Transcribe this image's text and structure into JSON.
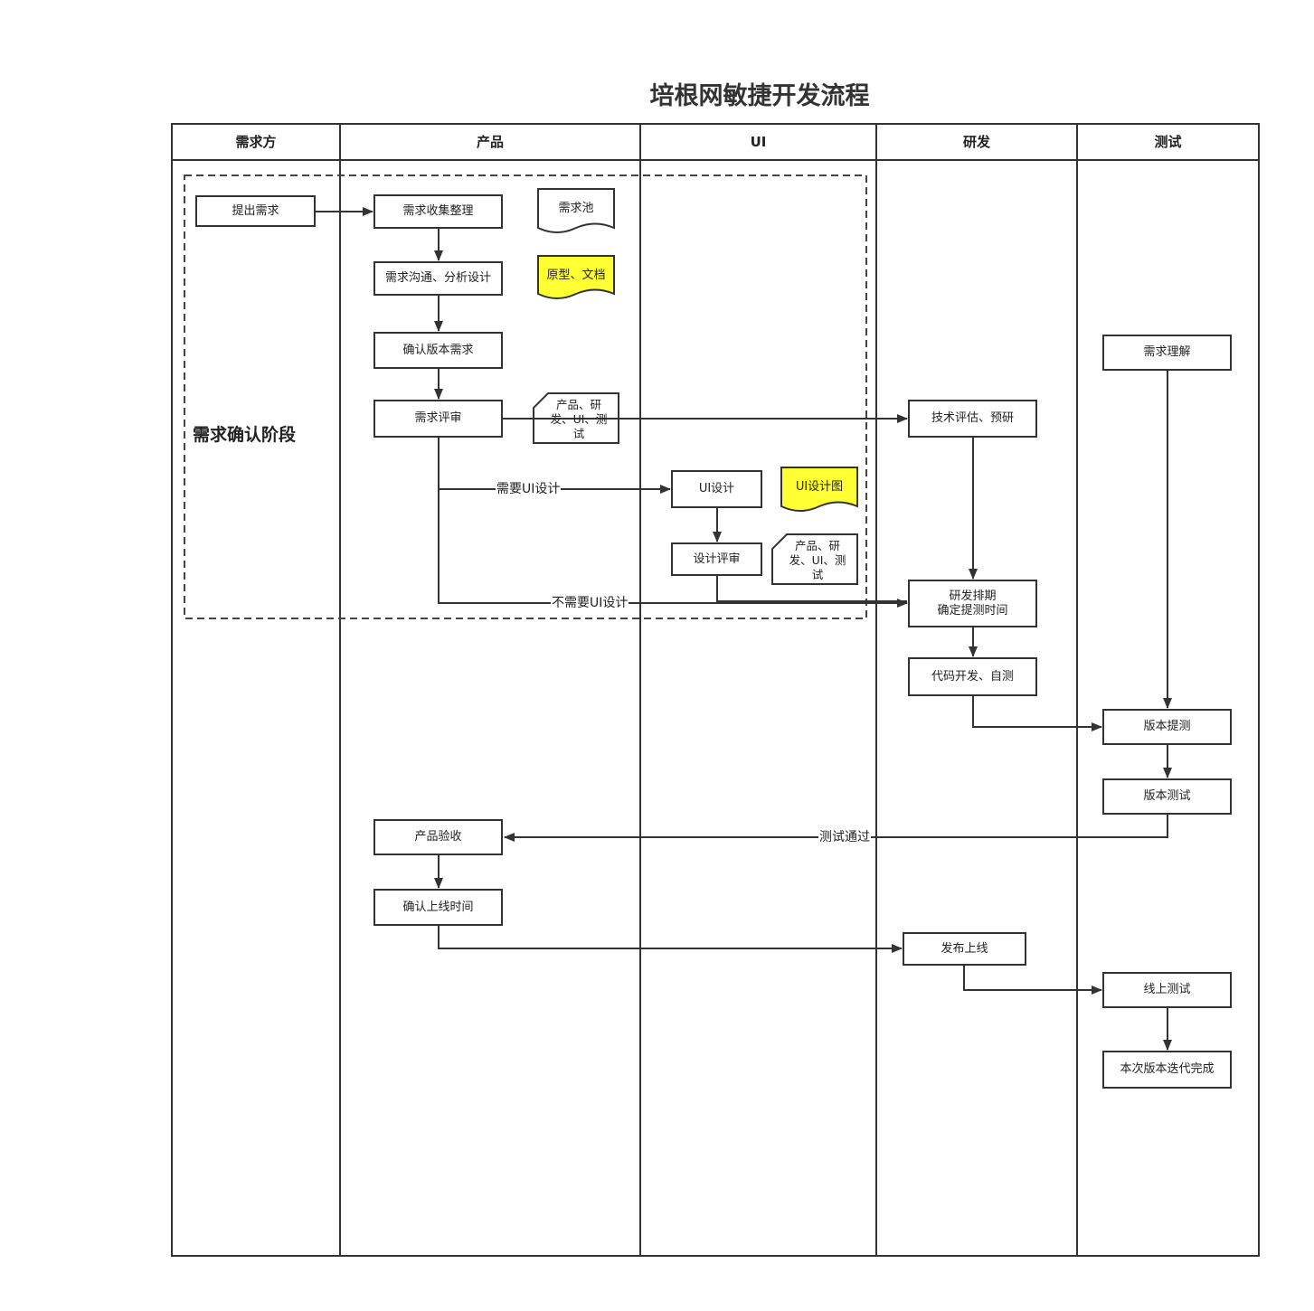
{
  "title": "培根网敏捷开发流程",
  "lanes": [
    "需求方",
    "产品",
    "UI",
    "研发",
    "测试"
  ],
  "phase_label": "需求确认阶段",
  "nodes": {
    "raise_req": "提出需求",
    "collect_req": "需求收集整理",
    "analyze_design": "需求沟通、分析设计",
    "confirm_version": "确认版本需求",
    "req_review": "需求评审",
    "ui_design": "UI设计",
    "design_review": "设计评审",
    "tech_eval": "技术评估、预研",
    "dev_schedule_line1": "研发排期",
    "dev_schedule_line2": "确定提测时间",
    "code_dev": "代码开发、自测",
    "req_understand": "需求理解",
    "version_submit": "版本提测",
    "version_test": "版本测试",
    "product_accept": "产品验收",
    "confirm_launch": "确认上线时间",
    "release": "发布上线",
    "online_test": "线上测试",
    "iteration_done": "本次版本迭代完成"
  },
  "documents": {
    "req_pool": "需求池",
    "prototype_docs": "原型、文档",
    "ui_design_doc": "UI设计图"
  },
  "cards": {
    "review_participants": "产品、研发、UI、测试",
    "design_review_participants": "产品、研发、UI、测试"
  },
  "edge_labels": {
    "need_ui": "需要UI设计",
    "no_ui": "不需要UI设计",
    "test_pass": "测试通过"
  },
  "colors": {
    "highlight": "#ffff33",
    "stroke": "#333333"
  }
}
